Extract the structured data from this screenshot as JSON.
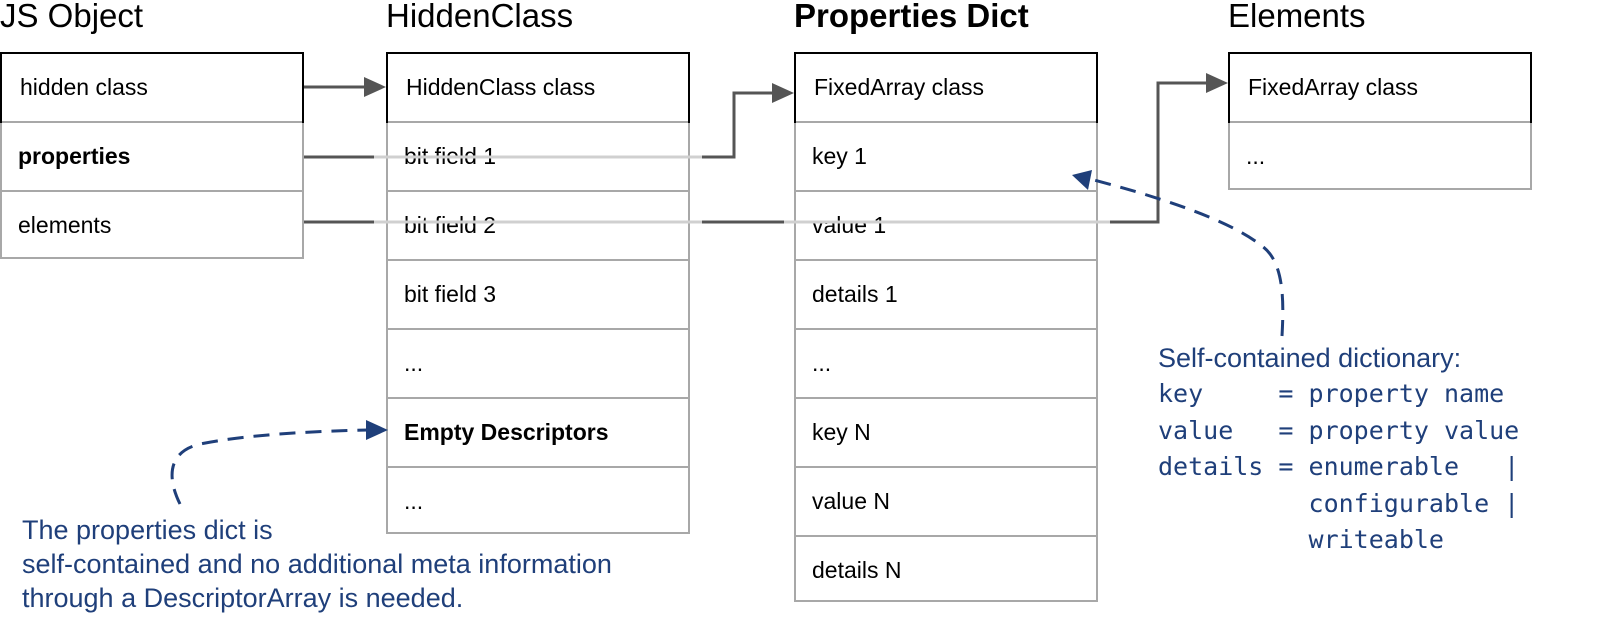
{
  "columns": {
    "js_object": {
      "title": "JS Object",
      "rows": [
        "hidden class",
        "properties",
        "elements"
      ]
    },
    "hidden_class": {
      "title": "HiddenClass",
      "rows": [
        "HiddenClass class",
        "bit field 1",
        "bit field 2",
        "bit field 3",
        "...",
        "Empty Descriptors",
        "..."
      ]
    },
    "properties_dict": {
      "title": "Properties Dict",
      "rows": [
        "FixedArray class",
        "key 1",
        "value 1",
        "details 1",
        "...",
        "key N",
        "value N",
        "details N"
      ]
    },
    "elements": {
      "title": "Elements",
      "rows": [
        "FixedArray class",
        "..."
      ]
    }
  },
  "notes": {
    "left": [
      "The properties dict is",
      "self-contained and no additional meta information",
      "through a DescriptorArray is needed."
    ],
    "right": {
      "heading": "Self-contained dictionary:",
      "lines": [
        "key     = property name",
        "value   = property value",
        "details = enumerable   |",
        "          configurable |",
        "          writeable"
      ]
    }
  },
  "colors": {
    "connector": "#555555",
    "annotation": "#1f3f7a",
    "box_border": "#a8a8a8",
    "header_border": "#000000"
  }
}
